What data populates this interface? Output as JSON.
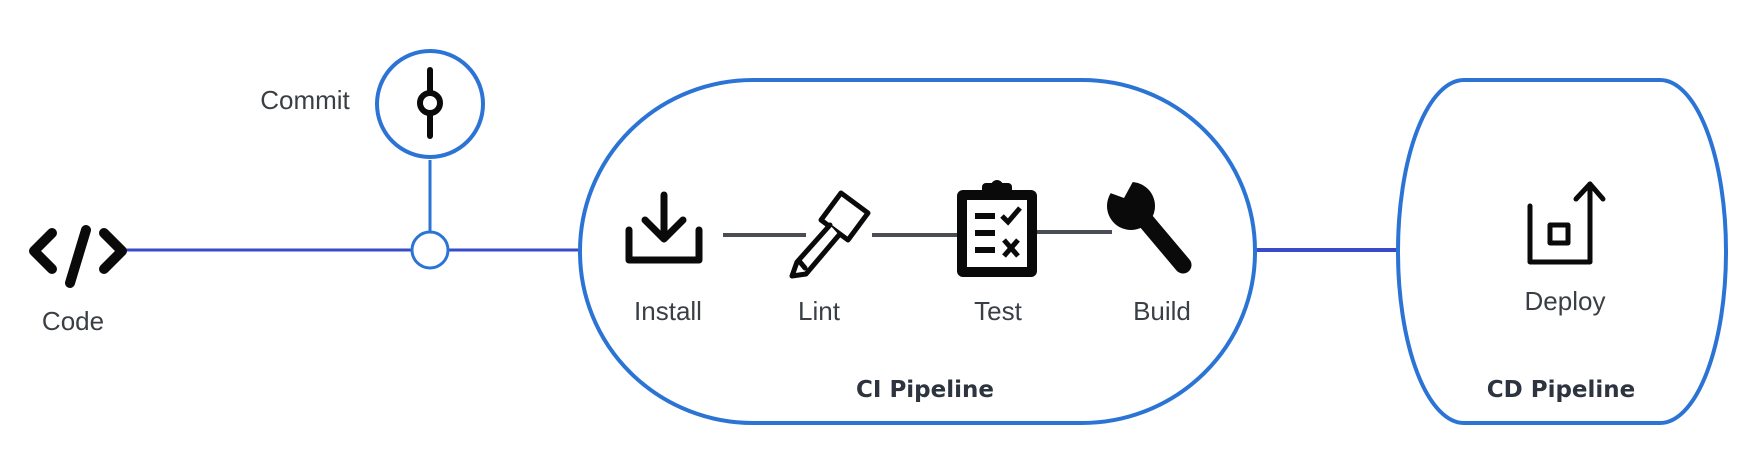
{
  "colors": {
    "accent": "#2b74d6",
    "flow_line": "#3a4bc9",
    "connector": "#4a4e54",
    "icon": "#0a0a0a",
    "text": "#3a3f45"
  },
  "nodes": {
    "code": {
      "label": "Code",
      "icon": "code-icon"
    },
    "commit": {
      "label": "Commit",
      "icon": "git-commit-icon"
    }
  },
  "ci_pipeline": {
    "title": "CI Pipeline",
    "steps": [
      {
        "label": "Install",
        "icon": "download-icon"
      },
      {
        "label": "Lint",
        "icon": "lint-roller-icon"
      },
      {
        "label": "Test",
        "icon": "clipboard-checklist-icon"
      },
      {
        "label": "Build",
        "icon": "wrench-icon"
      }
    ]
  },
  "cd_pipeline": {
    "title": "CD Pipeline",
    "steps": [
      {
        "label": "Deploy",
        "icon": "deploy-icon"
      }
    ]
  }
}
